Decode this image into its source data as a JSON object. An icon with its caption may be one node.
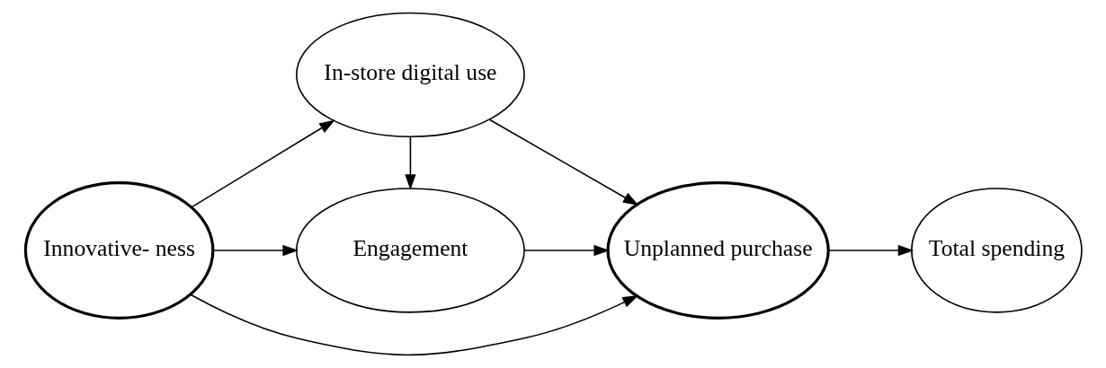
{
  "diagram": {
    "nodes": [
      {
        "text": [
          "Innovative- ness"
        ]
      },
      {
        "text": [
          "Engagement"
        ]
      },
      {
        "text": [
          "In-store digital use"
        ]
      },
      {
        "text": [
          "Unplanned purchase"
        ]
      },
      {
        "text": [
          "Total spending"
        ]
      }
    ],
    "edges": [
      {
        "from": 0,
        "to": 1,
        "arrow": "to"
      },
      {
        "from": 1,
        "to": 3,
        "arrow": "to"
      },
      {
        "from": 0,
        "to": 3,
        "arrow": "to"
      },
      {
        "from": 0,
        "to": 2,
        "arrow": "to"
      },
      {
        "from": 2,
        "to": 1,
        "arrow": "to"
      },
      {
        "from": 2,
        "to": 3,
        "arrow": "to"
      },
      {
        "from": 3,
        "to": 4,
        "arrow": "to"
      }
    ]
  }
}
